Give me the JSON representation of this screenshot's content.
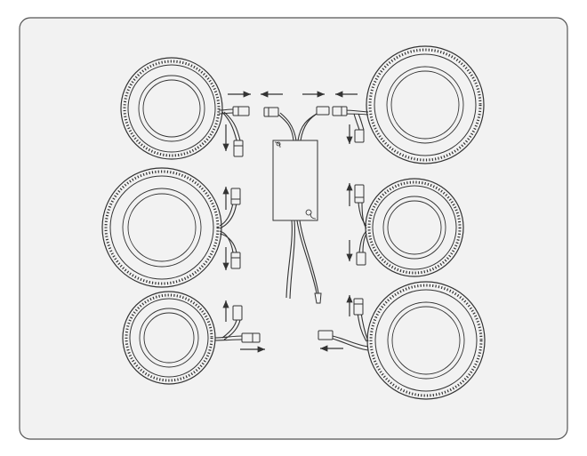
{
  "diagram": {
    "description_visible_text": [],
    "panel": {
      "background": "#f2f2f2",
      "border": "#555555"
    },
    "line_color": "#333333",
    "components": {
      "lights": [
        "light-top-left",
        "light-top-right",
        "light-middle-left",
        "light-middle-right",
        "light-bottom-left",
        "light-bottom-right"
      ],
      "driver": "driver-box"
    }
  }
}
